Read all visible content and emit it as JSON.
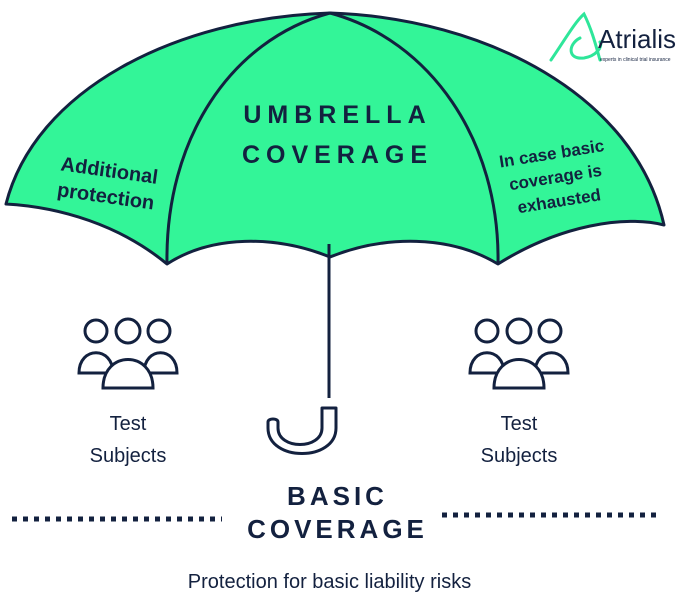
{
  "brand": {
    "name": "Atrialis",
    "tagline": "experts in clinical trial insurance"
  },
  "umbrella": {
    "title_line1": "UMBRELLA",
    "title_line2": "COVERAGE",
    "left_panel_line1": "Additional",
    "left_panel_line2": "protection",
    "right_panel_line1": "In case basic",
    "right_panel_line2": "coverage is",
    "right_panel_line3": "exhausted"
  },
  "subjects": {
    "left_line1": "Test",
    "left_line2": "Subjects",
    "right_line1": "Test",
    "right_line2": "Subjects"
  },
  "basic": {
    "line1": "BASIC",
    "line2": "COVERAGE",
    "caption": "Protection for basic liability risks"
  },
  "colors": {
    "canopy": "#33f598",
    "outline": "#13213f",
    "logo_accent": "#2ee69a"
  }
}
